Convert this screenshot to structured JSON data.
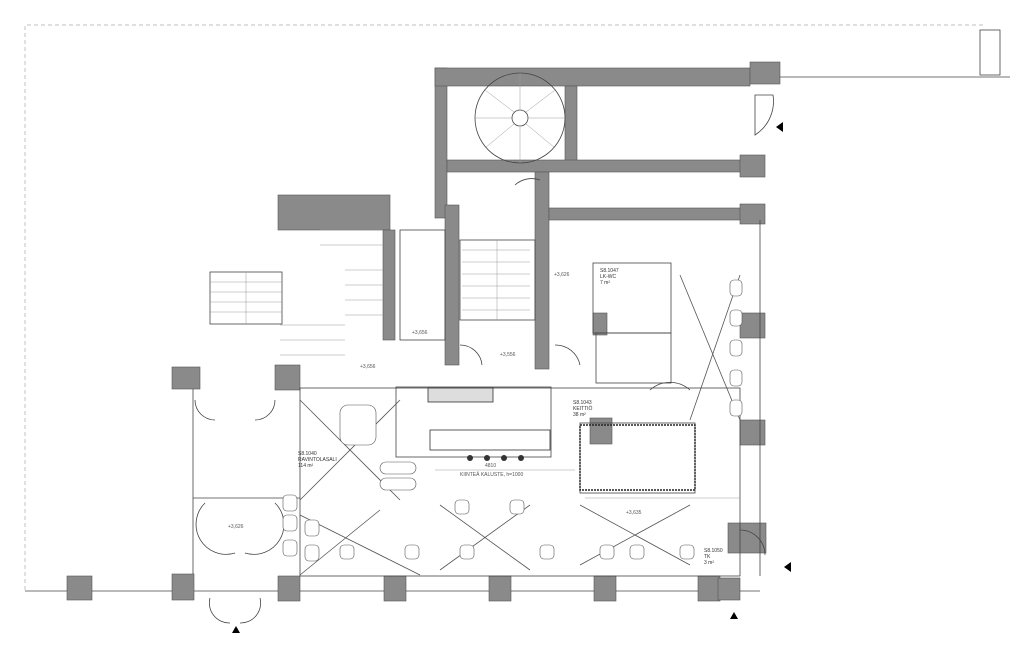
{
  "plan": {
    "rooms": [
      {
        "id": "S8.1040",
        "name": "RAVINTOLASALI",
        "area": "114 m²"
      },
      {
        "id": "S8.1043",
        "name": "KEITTIÖ",
        "area": "38 m²"
      },
      {
        "id": "S8.1047",
        "name": "LK-WC",
        "area": "7 m²"
      },
      {
        "id": "S8.1050",
        "name": "TK",
        "area": "3 m²"
      }
    ],
    "elevations": [
      "+3,656",
      "+3,556",
      "+3,626",
      "+3,626",
      "+3,635",
      "+3,656"
    ],
    "dimension": "4810",
    "counter_note": "KIINTEÄ KALUSTE, h=1000"
  }
}
